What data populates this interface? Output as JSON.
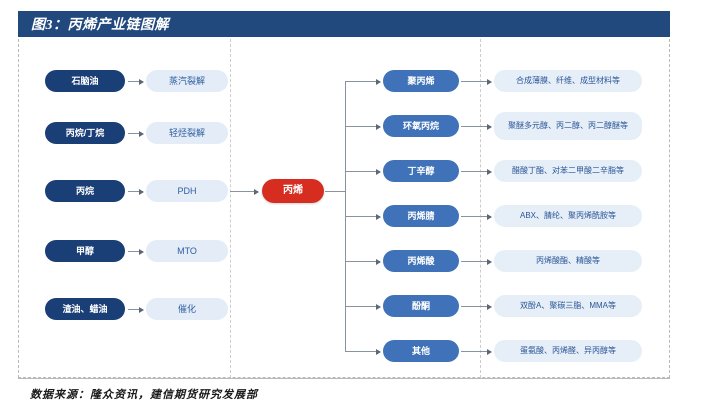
{
  "header": {
    "title": "图3：丙烯产业链图解",
    "bar_color": "#21497e"
  },
  "footer": {
    "source": "数据来源：隆众资讯，建信期货研究发展部"
  },
  "colors": {
    "source_node": "#1a3e76",
    "process_node": "#e3ecf7",
    "center_node": "#d62d20",
    "product_node": "#3f72b8",
    "desc_node": "#e6eef8",
    "connector": "#8892a0"
  },
  "upstream": [
    {
      "source": "石脑油",
      "process": "蒸汽裂解"
    },
    {
      "source": "丙烷/丁烷",
      "process": "轻烃裂解"
    },
    {
      "source": "丙烷",
      "process": "PDH"
    },
    {
      "source": "甲醇",
      "process": "MTO"
    },
    {
      "source": "渣油、蜡油",
      "process": "催化"
    }
  ],
  "center": {
    "label": "丙烯"
  },
  "downstream": [
    {
      "product": "聚丙烯",
      "description": "合成薄膜、纤维、成型材料等"
    },
    {
      "product": "环氧丙烷",
      "description": "聚醚多元醇、丙二醇、丙二醇醚等"
    },
    {
      "product": "丁辛醇",
      "description": "醋酸丁酯、对苯二甲酸二辛脂等"
    },
    {
      "product": "丙烯腈",
      "description": "ABX、腈纶、聚丙烯酰胺等"
    },
    {
      "product": "丙烯酸",
      "description": "丙烯酸酯、精酸等"
    },
    {
      "product": "酚酮",
      "description": "双酚A、聚碳三脂、MMA等"
    },
    {
      "product": "其他",
      "description": "蛋氨酸、丙烯醛、异丙醇等"
    }
  ]
}
